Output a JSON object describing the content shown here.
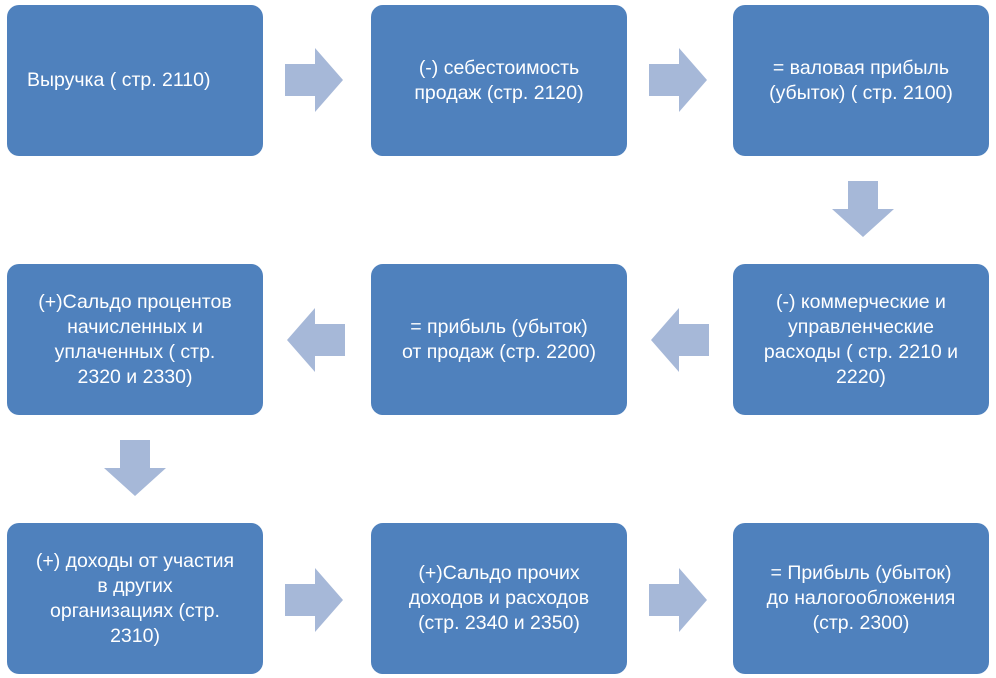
{
  "diagram": {
    "boxes": [
      {
        "id": "b1",
        "text": "Выручка   ( стр. 2110)"
      },
      {
        "id": "b2",
        "text": "(-) себестоимость\nпродаж  (стр. 2120)"
      },
      {
        "id": "b3",
        "text": "= валовая прибыль\n(убыток) ( стр. 2100)"
      },
      {
        "id": "b4",
        "text": "(-) коммерческие и\nуправленческие\nрасходы ( стр. 2210 и\n2220)"
      },
      {
        "id": "b5",
        "text": "= прибыль (убыток)\nот продаж (стр. 2200)"
      },
      {
        "id": "b6",
        "text": "(+)Сальдо процентов\nначисленных и\nуплаченных ( стр.\n2320 и 2330)"
      },
      {
        "id": "b7",
        "text": "(+) доходы от участия\nв других\nорганизациях (стр.\n2310)"
      },
      {
        "id": "b8",
        "text": "(+)Сальдо прочих\nдоходов и расходов\n(стр. 2340 и 2350)"
      },
      {
        "id": "b9",
        "text": "= Прибыль (убыток)\nдо налогообложения\n(стр.  2300)"
      }
    ],
    "colors": {
      "box_fill": "#4f81bd",
      "box_text": "#ffffff",
      "arrow_fill": "#a6b8d8"
    }
  }
}
